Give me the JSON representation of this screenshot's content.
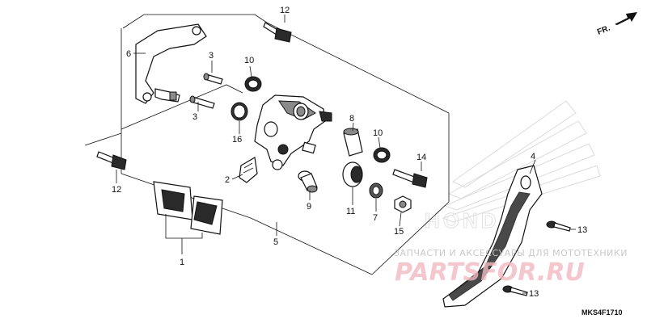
{
  "callouts": {
    "c1": "1",
    "c2": "2",
    "c3a": "3",
    "c3b": "3",
    "c4": "4",
    "c5": "5",
    "c6": "6",
    "c7": "7",
    "c8": "8",
    "c9": "9",
    "c10a": "10",
    "c10b": "10",
    "c11": "11",
    "c12a": "12",
    "c12b": "12",
    "c13a": "13",
    "c13b": "13",
    "c14": "14",
    "c15": "15",
    "c16": "16"
  },
  "direction_label": "FR.",
  "diagram_code": "MKS4F1710",
  "watermark": {
    "tagline": "ЗАПЧАСТИ И АКСЕССУАРЫ ДЛЯ МОТОТЕХНИКИ",
    "brand": "PARTSFOR.RU",
    "logo_text": "HONDA"
  },
  "colors": {
    "line": "#111111",
    "watermark_pink": "#f2b9c1",
    "watermark_gray": "#c9c9c9"
  }
}
